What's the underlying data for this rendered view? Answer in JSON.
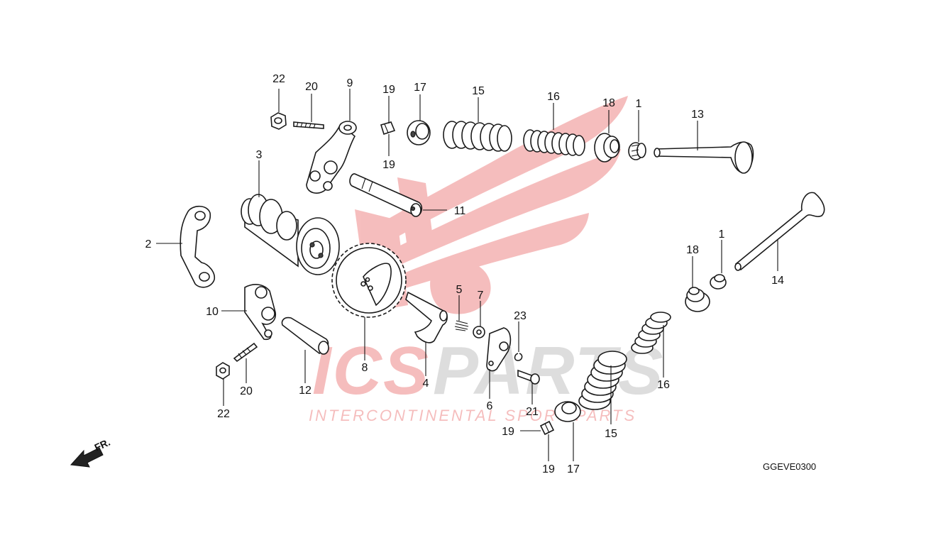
{
  "diagram_code": "GGEVE0300",
  "front_marker": "FR.",
  "watermark": {
    "brand": "ICSPARTS",
    "brand_accent": "ICS",
    "brand_rest": "PARTS",
    "tagline": "INTERCONTINENTAL SPORT PARTS"
  },
  "colors": {
    "watermark_red": "#e33b3b",
    "watermark_grey": "#d2d2d2",
    "line": "#1a1a1a"
  },
  "callouts": [
    {
      "id": "c-22a",
      "label": "22"
    },
    {
      "id": "c-20a",
      "label": "20"
    },
    {
      "id": "c-9",
      "label": "9"
    },
    {
      "id": "c-19a",
      "label": "19"
    },
    {
      "id": "c-19b",
      "label": "19"
    },
    {
      "id": "c-17a",
      "label": "17"
    },
    {
      "id": "c-15a",
      "label": "15"
    },
    {
      "id": "c-16a",
      "label": "16"
    },
    {
      "id": "c-18a",
      "label": "18"
    },
    {
      "id": "c-1a",
      "label": "1"
    },
    {
      "id": "c-13",
      "label": "13"
    },
    {
      "id": "c-3",
      "label": "3"
    },
    {
      "id": "c-11",
      "label": "11"
    },
    {
      "id": "c-2",
      "label": "2"
    },
    {
      "id": "c-1b",
      "label": "1"
    },
    {
      "id": "c-18b",
      "label": "18"
    },
    {
      "id": "c-14",
      "label": "14"
    },
    {
      "id": "c-5",
      "label": "5"
    },
    {
      "id": "c-7",
      "label": "7"
    },
    {
      "id": "c-23",
      "label": "23"
    },
    {
      "id": "c-10",
      "label": "10"
    },
    {
      "id": "c-16b",
      "label": "16"
    },
    {
      "id": "c-8",
      "label": "8"
    },
    {
      "id": "c-4",
      "label": "4"
    },
    {
      "id": "c-12",
      "label": "12"
    },
    {
      "id": "c-20b",
      "label": "20"
    },
    {
      "id": "c-6",
      "label": "6"
    },
    {
      "id": "c-21",
      "label": "21"
    },
    {
      "id": "c-15b",
      "label": "15"
    },
    {
      "id": "c-22b",
      "label": "22"
    },
    {
      "id": "c-19c",
      "label": "19"
    },
    {
      "id": "c-19d",
      "label": "19"
    },
    {
      "id": "c-17b",
      "label": "17"
    }
  ]
}
